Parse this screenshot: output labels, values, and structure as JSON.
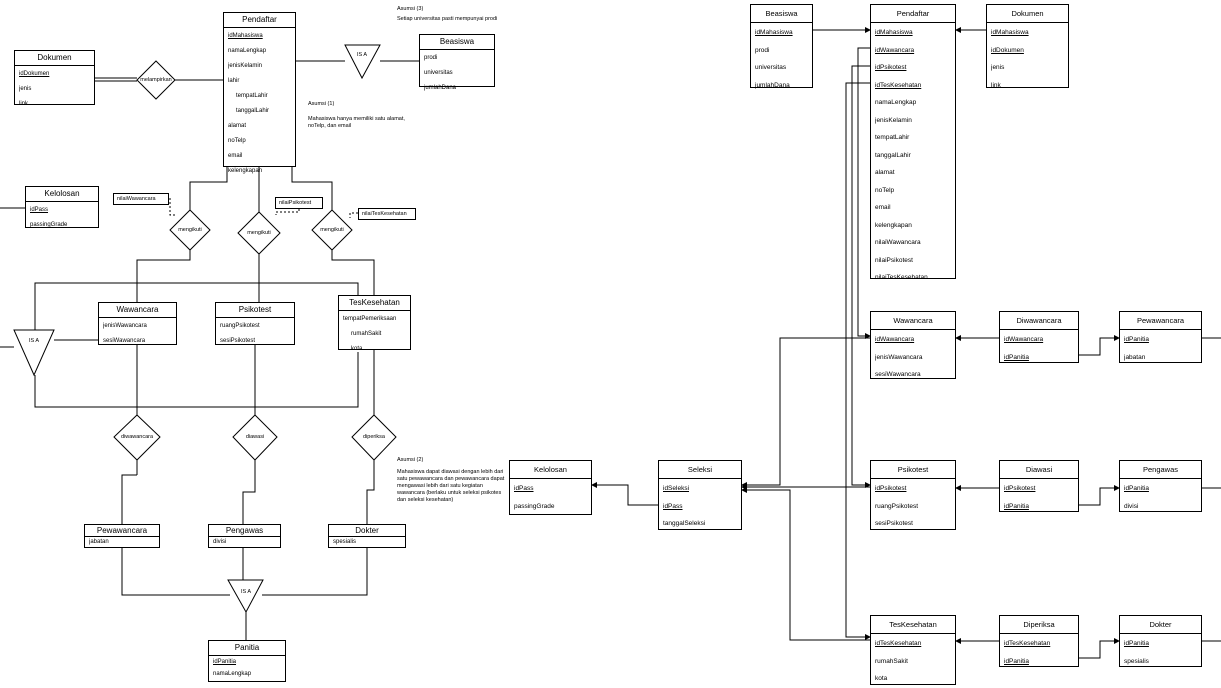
{
  "left": {
    "pendaftar": {
      "title": "Pendaftar",
      "attrs": [
        "idMahasiswa",
        "namaLengkap",
        "jenisKelamin",
        "lahir",
        "tempatLahir",
        "tanggalLahir",
        "alamat",
        "noTelp",
        "email",
        "kelengkapan"
      ]
    },
    "dokumen": {
      "title": "Dokumen",
      "attrs": [
        "idDokumen",
        "jenis",
        "link"
      ]
    },
    "beasiswa": {
      "title": "Beasiswa",
      "attrs": [
        "prodi",
        "universitas",
        "jumlahDana"
      ]
    },
    "kelolosan": {
      "title": "Kelolosan",
      "attrs": [
        "idPass",
        "passingGrade"
      ]
    },
    "wawancara": {
      "title": "Wawancara",
      "attrs": [
        "jenisWawancara",
        "sesiWawancara"
      ]
    },
    "psikotest": {
      "title": "Psikotest",
      "attrs": [
        "ruangPsikotest",
        "sesiPsikotest"
      ]
    },
    "teskesehatan": {
      "title": "TesKesehatan",
      "attrs": [
        "tempatPemeriksaan",
        "rumahSakit",
        "kota"
      ]
    },
    "pewawancara": {
      "title": "Pewawancara",
      "attrs": [
        "jabatan"
      ]
    },
    "pengawas": {
      "title": "Pengawas",
      "attrs": [
        "divisi"
      ]
    },
    "dokter": {
      "title": "Dokter",
      "attrs": [
        "spesialis"
      ]
    },
    "panitia": {
      "title": "Panitia",
      "attrs": [
        "idPanitia",
        "namaLengkap"
      ]
    },
    "rel_melampirkan": "melampirkan",
    "rel_mengikuti": "mengikuti",
    "rel_diwawancara": "diwawancara",
    "rel_diawasi": "diawasi",
    "rel_diperiksa": "diperiksa",
    "isa": "IS A",
    "attr_nilaiWawancara": "nilaiWawancara",
    "attr_nilaiPsikotest": "nilaiPsikotest",
    "attr_nilaiTesKesehatan": "nilaiTesKesehatan",
    "asumsi3_title": "Asumsi (3)",
    "asumsi3_text": "Setiap universitas pasti mempunyai prodi",
    "asumsi1_title": "Asumsi (1)",
    "asumsi1_text": "Mahasiswa hanya memiliki satu alamat, noTelp, dan email",
    "asumsi2_title": "Asumsi (2)",
    "asumsi2_text": "Mahasiswa dapat diawasi dengan lebih dari satu pewawancara dan pewawancara dapat mengawasi lebih dari satu kegiatan wawancara (berlaku untuk seleksi psikotes dan seleksi kesehatan)"
  },
  "right": {
    "beasiswa": {
      "title": "Beasiswa",
      "attrs": [
        "idMahasiswa",
        "prodi",
        "universitas",
        "jumlahDana"
      ]
    },
    "pendaftar": {
      "title": "Pendaftar",
      "attrs": [
        "idMahasiswa",
        "idWawancara",
        "idPsikotest",
        "idTesKesehatan",
        "namaLengkap",
        "jenisKelamin",
        "tempatLahir",
        "tanggalLahir",
        "alamat",
        "noTelp",
        "email",
        "kelengkapan",
        "nilaiWawancara",
        "nilaiPsikotest",
        "nilaiTesKesehatan"
      ]
    },
    "dokumen": {
      "title": "Dokumen",
      "attrs": [
        "idMahasiswa",
        "idDokumen",
        "jenis",
        "link"
      ]
    },
    "wawancara": {
      "title": "Wawancara",
      "attrs": [
        "idWawancara",
        "jenisWawancara",
        "sesiWawancara"
      ]
    },
    "diwawancara": {
      "title": "Diwawancara",
      "attrs": [
        "idWawancara",
        "idPanitia"
      ]
    },
    "pewawancara": {
      "title": "Pewawancara",
      "attrs": [
        "idPanitia",
        "jabatan"
      ]
    },
    "kelolosan": {
      "title": "Kelolosan",
      "attrs": [
        "idPass",
        "passingGrade"
      ]
    },
    "seleksi": {
      "title": "Seleksi",
      "attrs": [
        "idSeleksi",
        "idPass",
        "tanggalSeleksi"
      ]
    },
    "psikotest": {
      "title": "Psikotest",
      "attrs": [
        "idPsikotest",
        "ruangPsikotest",
        "sesiPsikotest"
      ]
    },
    "diawasi": {
      "title": "Diawasi",
      "attrs": [
        "idPsikotest",
        "idPanitia"
      ]
    },
    "pengawas": {
      "title": "Pengawas",
      "attrs": [
        "idPanitia",
        "divisi"
      ]
    },
    "teskesehatan": {
      "title": "TesKesehatan",
      "attrs": [
        "idTesKesehatan",
        "rumahSakit",
        "kota"
      ]
    },
    "diperiksa": {
      "title": "Diperiksa",
      "attrs": [
        "idTesKesehatan",
        "idPanitia"
      ]
    },
    "dokter": {
      "title": "Dokter",
      "attrs": [
        "idPanitia",
        "spesialis"
      ]
    }
  }
}
